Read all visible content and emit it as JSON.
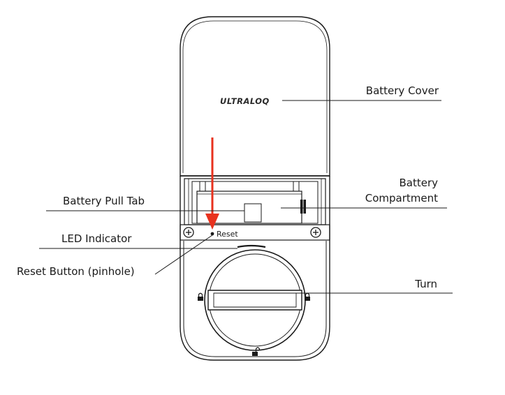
{
  "brand": "ULTRALOQ",
  "reset_label": "Reset",
  "callouts": {
    "battery_cover": "Battery Cover",
    "battery_compartment_line1": "Battery",
    "battery_compartment_line2": "Compartment",
    "battery_pull_tab": "Battery Pull Tab",
    "led_indicator": "LED Indicator",
    "reset_button": "Reset Button (pinhole)",
    "turn": "Turn"
  },
  "colors": {
    "outline": "#1a1a1a",
    "arrow": "#e8321e",
    "background": "#ffffff"
  },
  "icons": [
    "locked-padlock-icon",
    "unlocked-padlock-icon",
    "screw-icon",
    "pull-down-arrow-icon"
  ]
}
